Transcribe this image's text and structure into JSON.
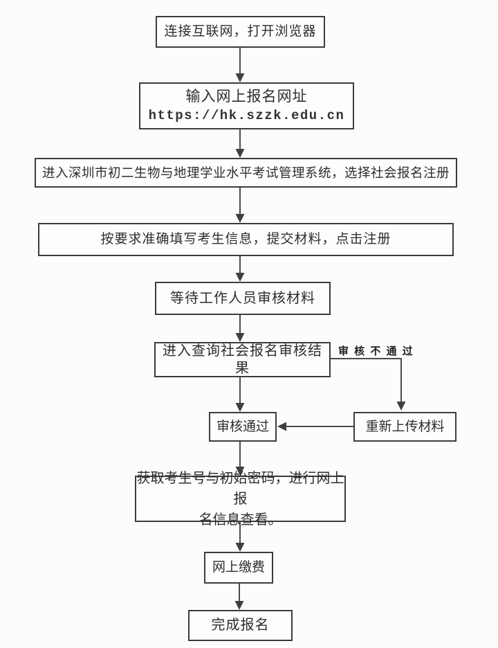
{
  "diagram": {
    "type": "flowchart",
    "language": "zh-CN",
    "nodes": {
      "connect": {
        "label": "连接互联网，打开浏览器"
      },
      "url": {
        "label": "输入网上报名网址",
        "url": "https://hk.szzk.edu.cn"
      },
      "system": {
        "label": "进入深圳市初二生物与地理学业水平考试管理系统，选择社会报名注册"
      },
      "fill": {
        "label": "按要求准确填写考生信息，提交材料，点击注册"
      },
      "wait": {
        "label": "等待工作人员审核材料"
      },
      "query": {
        "label": "进入查询社会报名审核结果"
      },
      "pass": {
        "label": "审核通过"
      },
      "reupload": {
        "label": "重新上传材料"
      },
      "obtain": {
        "line1": "获取考生号与初始密码，进行网上报",
        "line2": "名信息查看。"
      },
      "pay": {
        "label": "网上缴费"
      },
      "done": {
        "label": "完成报名"
      }
    },
    "edges": {
      "reject_label": "审 核 不 通 过"
    },
    "flow_order": [
      "connect",
      "url",
      "system",
      "fill",
      "wait",
      "query",
      "pass",
      "obtain",
      "pay",
      "done"
    ],
    "branch": {
      "from": "query",
      "condition": "审 核 不 通 过",
      "to": "reupload",
      "then_to": "pass"
    },
    "colors": {
      "background": "#fcfcfc",
      "box_border": "#3c3c3c",
      "arrow": "#4a4a4a",
      "text": "#2d2d2d"
    }
  }
}
